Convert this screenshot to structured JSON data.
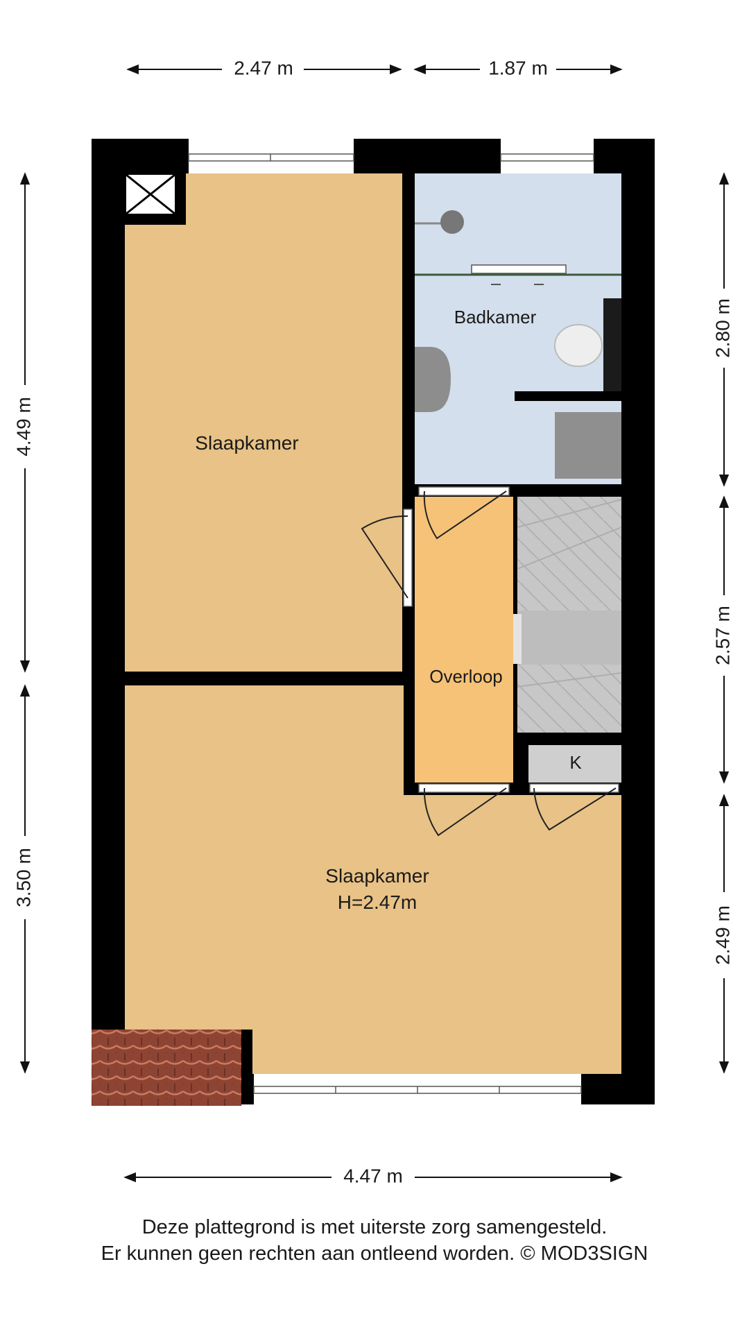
{
  "dimensions": {
    "top_left": "2.47 m",
    "top_right": "1.87 m",
    "left_upper": "4.49 m",
    "left_lower": "3.50 m",
    "right_upper": "2.80 m",
    "right_middle": "2.57 m",
    "right_lower": "2.49 m",
    "bottom": "4.47 m"
  },
  "rooms": {
    "bedroom_top": "Slaapkamer",
    "bathroom": "Badkamer",
    "landing": "Overloop",
    "closet": "K",
    "bedroom_bottom": "Slaapkamer",
    "bedroom_bottom_height": "H=2.47m"
  },
  "disclaimer": {
    "line1": "Deze plattegrond is met uiterste zorg samengesteld.",
    "line2": "Er kunnen geen rechten aan ontleend worden. © MOD3SIGN"
  },
  "colors": {
    "bedroom": "#e8c286",
    "landing": "#f6c277",
    "bathroom": "#d3dfec",
    "stairs": "#c4c4c4",
    "wall": "#000000",
    "roof_tiles": "#9a4b3a"
  },
  "icons": [
    "window-icon",
    "door-swing-icon",
    "vent-shaft-icon",
    "shower-icon",
    "toilet-icon",
    "sink-icon",
    "bathtub-icon",
    "stairs-icon",
    "roof-tiles-icon"
  ]
}
